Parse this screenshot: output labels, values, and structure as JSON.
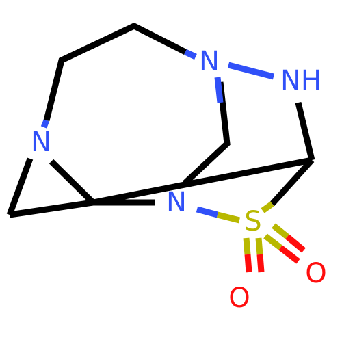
{
  "molecule": {
    "colors": {
      "bond": "#000000",
      "nitrogen": "#3050F8",
      "sulfur": "#B8B800",
      "oxygen": "#FF0D0D"
    },
    "atoms": {
      "n_top": "N",
      "nh_top": "NH",
      "n_left": "N",
      "n_bottom": "N",
      "s": "S",
      "o_right": "O",
      "o_bottom": "O"
    }
  }
}
